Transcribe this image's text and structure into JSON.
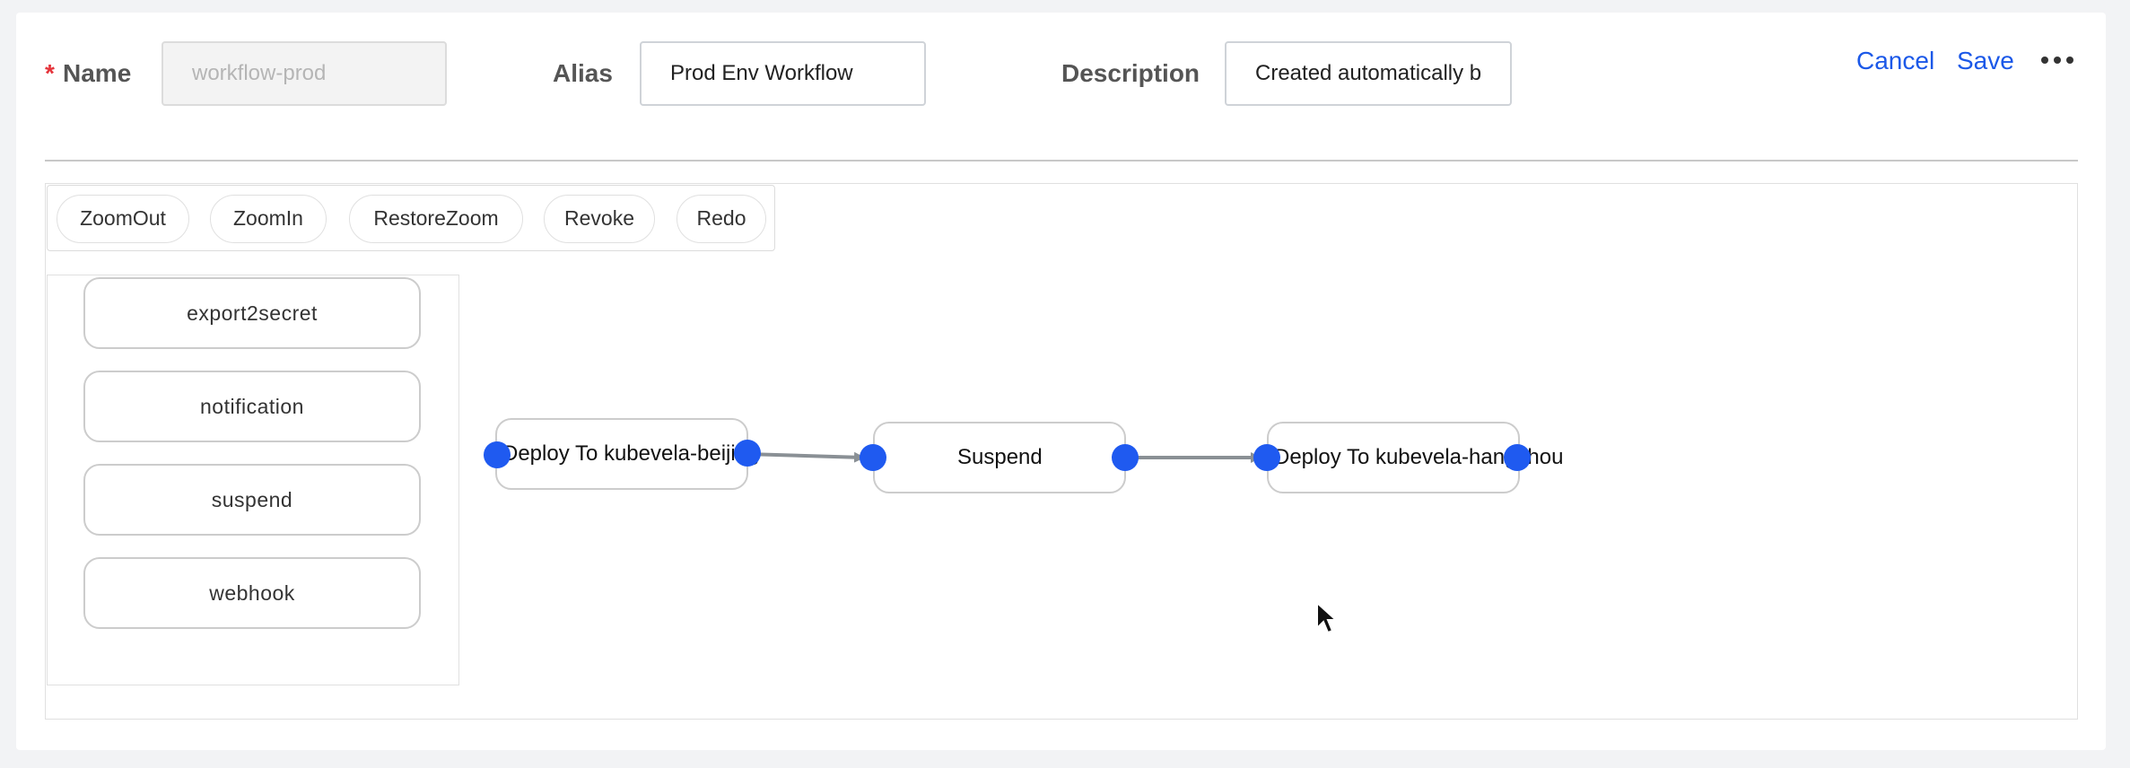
{
  "form": {
    "name_label": "Name",
    "name_required_mark": "*",
    "name_value": "workflow-prod",
    "alias_label": "Alias",
    "alias_value": "Prod Env Workflow",
    "description_label": "Description",
    "description_value": "Created automatically by"
  },
  "actions": {
    "cancel_label": "Cancel",
    "save_label": "Save",
    "more_icon": "more-horizontal-icon"
  },
  "toolbar": {
    "zoom_out": "ZoomOut",
    "zoom_in": "ZoomIn",
    "restore_zoom": "RestoreZoom",
    "revoke": "Revoke",
    "redo": "Redo"
  },
  "palette": {
    "items": [
      "export2secret",
      "notification",
      "suspend",
      "webhook"
    ]
  },
  "flow": {
    "nodes": [
      {
        "label": "Deploy To kubevela-beijing"
      },
      {
        "label": "Suspend"
      },
      {
        "label": "Deploy To kubevela-hangzhou"
      }
    ]
  },
  "colors": {
    "accent": "#1b58e8",
    "port": "#1f5af0",
    "required": "#e5343b",
    "edge": "#8a9095"
  }
}
